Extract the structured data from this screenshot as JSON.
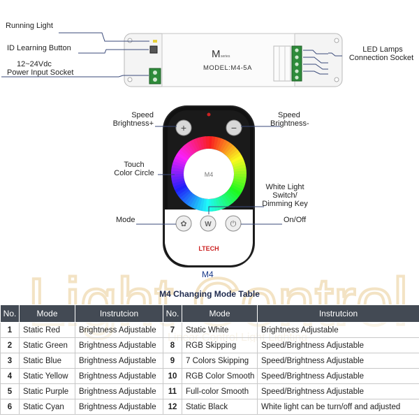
{
  "watermark": {
    "main": "Light Control",
    "sub": "Linear Control Light Lighting"
  },
  "controller": {
    "series_logo": "M",
    "series_label": "series",
    "model": "MODEL:M4-5A"
  },
  "labels": {
    "running_light": "Running Light",
    "id_button": "ID Learning Button",
    "power_line1": "12~24Vdc",
    "power_line2": "Power Input Socket",
    "led_line1": "LED Lamps",
    "led_line2": "Connection Socket",
    "speed_plus_line1": "Speed",
    "speed_plus_line2": "Brightness+",
    "speed_minus_line1": "Speed",
    "speed_minus_line2": "Brightness-",
    "touch_line1": "Touch",
    "touch_line2": "Color Circle",
    "white_line1": "White Light",
    "white_line2": "Switch/",
    "white_line3": "Dimming Key",
    "mode": "Mode",
    "onoff": "On/Off"
  },
  "remote": {
    "center_label": "M4",
    "brand": "LTECH",
    "name": "M4",
    "w_key": "W",
    "plus": "+",
    "minus": "−",
    "power_glyph": "⏻",
    "mode_glyph": "✿"
  },
  "table": {
    "title": "M4 Changing Mode Table",
    "headers": [
      "No.",
      "Mode",
      "Instrutcion",
      "No.",
      "Mode",
      "Instrutcion"
    ],
    "rows": [
      [
        "1",
        "Static Red",
        "Brightness Adjustable",
        "7",
        "Static White",
        "Brightness Adjustable"
      ],
      [
        "2",
        "Static Green",
        "Brightness Adjustable",
        "8",
        "RGB Skipping",
        "Speed/Brightness Adjustable"
      ],
      [
        "3",
        "Static Blue",
        "Brightness Adjustable",
        "9",
        "7 Colors Skipping",
        "Speed/Brightness Adjustable"
      ],
      [
        "4",
        "Static Yellow",
        "Brightness Adjustable",
        "10",
        "RGB Color Smooth",
        "Speed/Brightness Adjustable"
      ],
      [
        "5",
        "Static Purple",
        "Brightness Adjustable",
        "11",
        "Full-color Smooth",
        "Speed/Brightness Adjustable"
      ],
      [
        "6",
        "Static Cyan",
        "Brightness Adjustable",
        "12",
        "Static Black",
        "White light can be turn/off and adjusted"
      ]
    ]
  },
  "colors": {
    "header_bg": "#434a54",
    "title": "#1e2a4e",
    "terminal": "#2e8b3a",
    "indicator": "#cc2222"
  }
}
